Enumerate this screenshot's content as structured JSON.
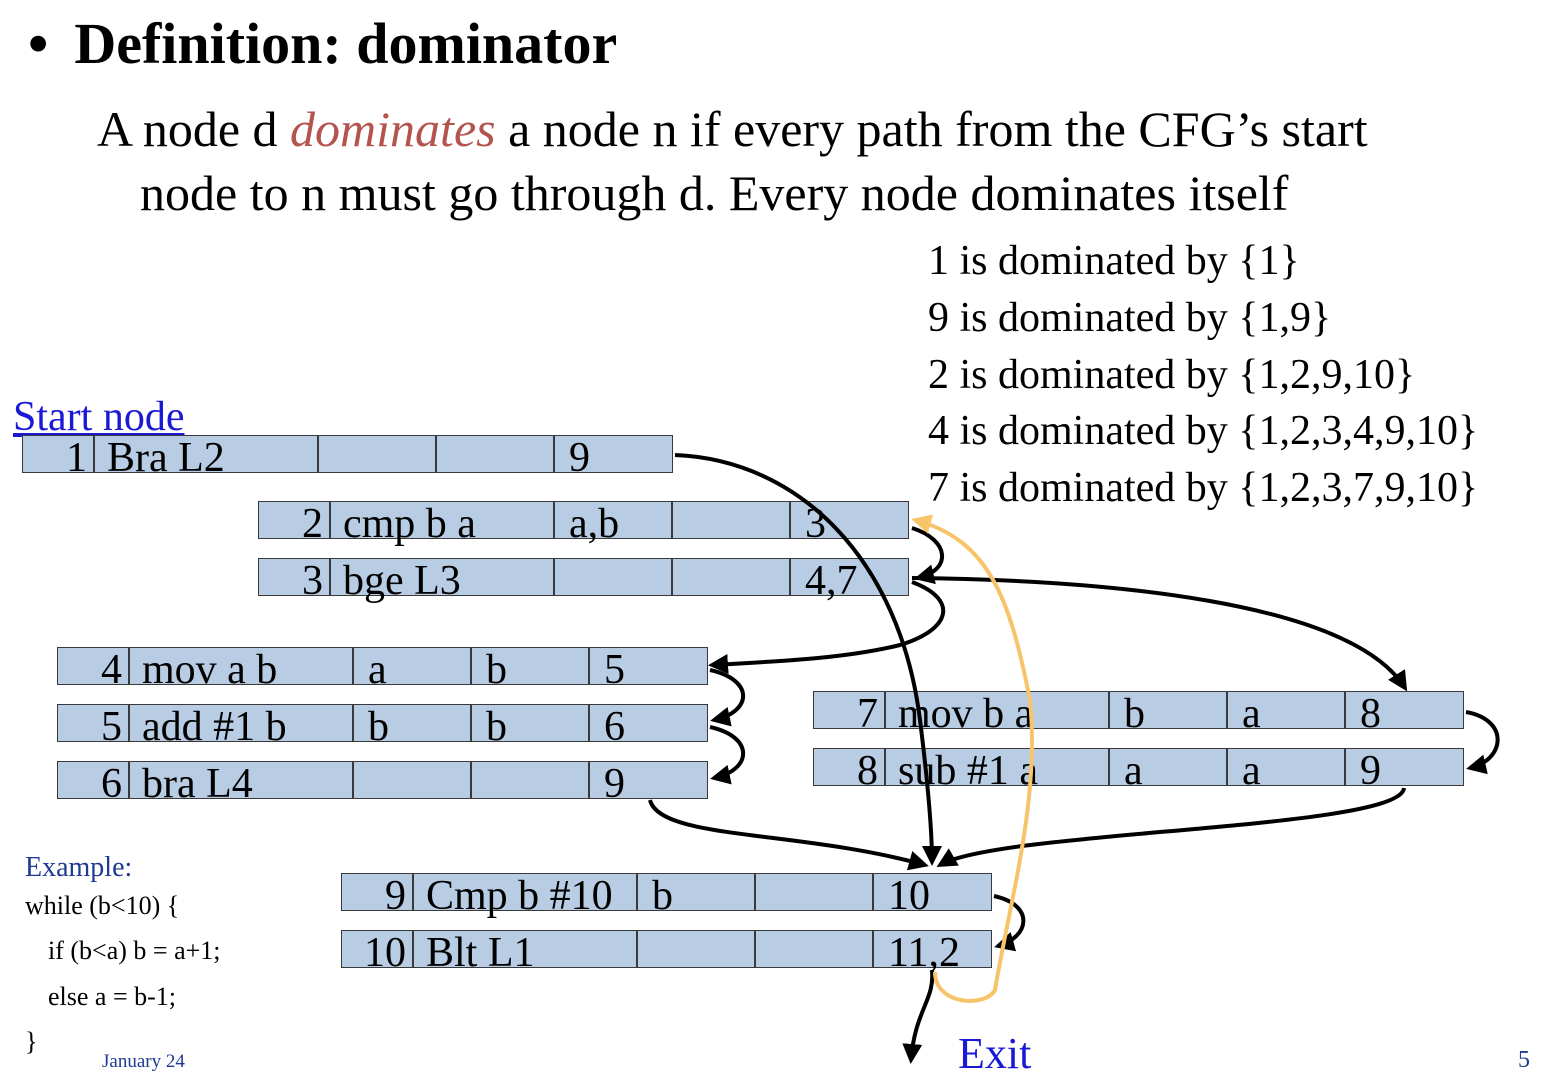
{
  "slide": {
    "title": "Definition: dominator",
    "definition": {
      "pre": "A node d ",
      "term": "dominates",
      "post": " a node n if every path from the CFG’s start",
      "line2": "node to n must go through d.  Every node dominates itself"
    },
    "dominance": [
      "1 is dominated by {1}",
      "9 is dominated by {1,9}",
      "2 is dominated by {1,2,9,10}",
      "4 is dominated by {1,2,3,4,9,10}",
      "7 is dominated by {1,2,3,7,9,10}"
    ],
    "start_label": "Start node",
    "exit_label": "Exit",
    "nodes": [
      {
        "num": "1",
        "instr": "Bra L2",
        "c3": "",
        "c4": "",
        "succ": "9"
      },
      {
        "num": "2",
        "instr": "cmp b a",
        "c3": "a,b",
        "c4": "",
        "succ": "3"
      },
      {
        "num": "3",
        "instr": "bge L3",
        "c3": "",
        "c4": "",
        "succ": "4,7"
      },
      {
        "num": "4",
        "instr": "mov a b",
        "c3": "a",
        "c4": "b",
        "succ": "5"
      },
      {
        "num": "5",
        "instr": "add #1 b",
        "c3": "b",
        "c4": "b",
        "succ": "6"
      },
      {
        "num": "6",
        "instr": "bra L4",
        "c3": "",
        "c4": "",
        "succ": "9"
      },
      {
        "num": "7",
        "instr": "mov b a",
        "c3": "b",
        "c4": "a",
        "succ": "8"
      },
      {
        "num": "8",
        "instr": "sub #1 a",
        "c3": "a",
        "c4": "a",
        "succ": "9"
      },
      {
        "num": "9",
        "instr": "Cmp b #10",
        "c3": "b",
        "c4": "",
        "succ": "10"
      },
      {
        "num": "10",
        "instr": "Blt L1",
        "c3": "",
        "c4": "",
        "succ": "11,2"
      }
    ],
    "example": {
      "title": "Example:",
      "lines": [
        "while (b<10) {",
        "if (b<a) b = a+1;",
        "else a = b-1;",
        "}"
      ]
    },
    "footer": {
      "date": "January 24",
      "page": "5"
    },
    "colors": {
      "cell_fill": "#b8cce4",
      "term": "#b5534f",
      "link": "#1a1ad6",
      "back_edge": "#f7c46a"
    }
  }
}
